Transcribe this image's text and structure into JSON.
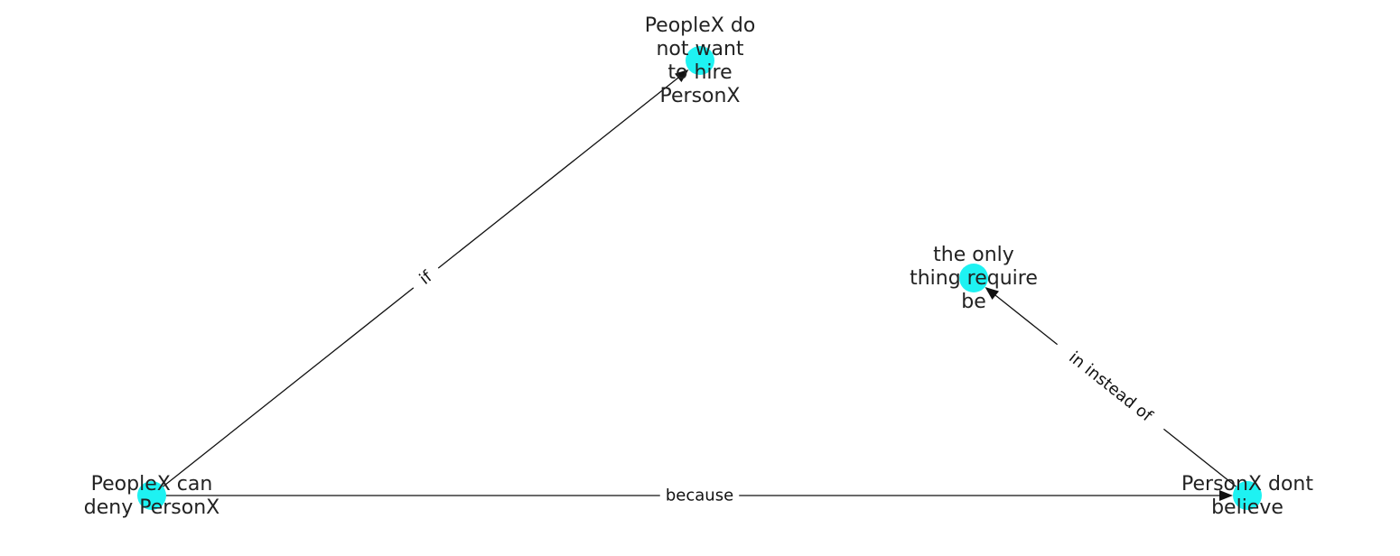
{
  "diagram": {
    "node_color": "#1ef2f2",
    "edge_color": "#111111",
    "nodes": [
      {
        "id": "n1",
        "label": "PeopleX do\nnot want\nto hire\nPersonX"
      },
      {
        "id": "n2",
        "label": "the only\nthing require\nbe"
      },
      {
        "id": "n3",
        "label": "PeopleX can\ndeny PersonX"
      },
      {
        "id": "n4",
        "label": "PersonX dont\nbelieve"
      }
    ],
    "edges": [
      {
        "id": "e1",
        "source": "n3",
        "target": "n1",
        "label": "if"
      },
      {
        "id": "e2",
        "source": "n3",
        "target": "n4",
        "label": "because"
      },
      {
        "id": "e3",
        "source": "n4",
        "target": "n2",
        "label": "in instead of"
      }
    ]
  }
}
